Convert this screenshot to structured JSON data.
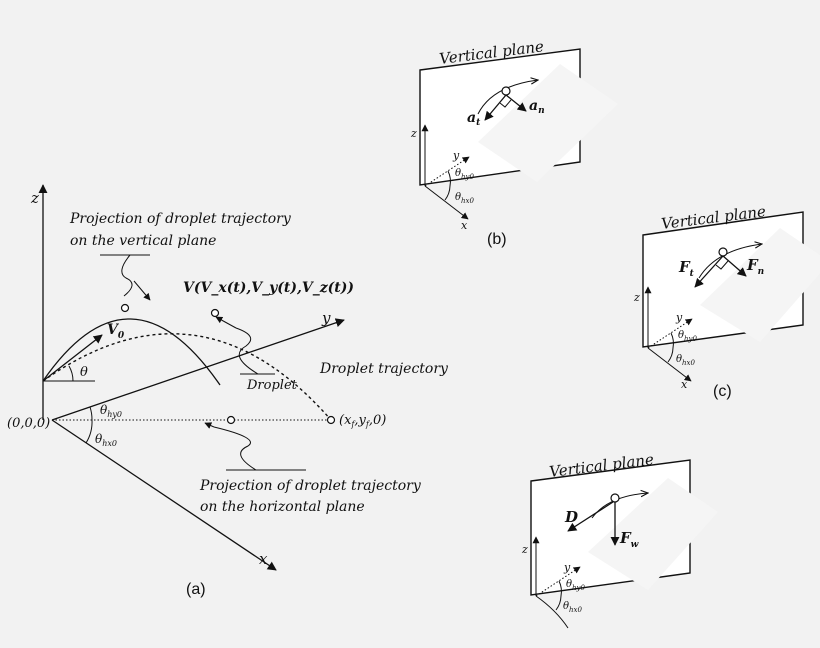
{
  "diagram": {
    "panel_a": {
      "caption": "(a)",
      "axis_x": "x",
      "axis_y": "y",
      "axis_z": "z",
      "origin": "(0,0,0)",
      "end_point": "(x_f, y_f, 0)",
      "theta": "θ",
      "theta_hy0": "θ_hy0",
      "theta_hx0": "θ_hx0",
      "v0": "V_0",
      "velocity": "V(V_x(t),V_y(t),V_z(t))",
      "proj_vertical_1": "Projection of droplet trajectory",
      "proj_vertical_2": "on the vertical plane",
      "droplet": "Droplet",
      "droplet_trajectory": "Droplet trajectory",
      "proj_horizontal_1": "Projection of droplet trajectory",
      "proj_horizontal_2": "on the horizontal plane"
    },
    "panel_b": {
      "caption": "(b)",
      "plane_title": "Vertical plane",
      "vec_t": "a_t",
      "vec_n": "a_n"
    },
    "panel_c": {
      "caption": "(c)",
      "plane_title": "Vertical plane",
      "vec_t": "F_t",
      "vec_n": "F_n"
    },
    "panel_d": {
      "plane_title": "Vertical plane",
      "vec_d": "D",
      "vec_w": "F_w"
    },
    "small_axes": {
      "z": "z",
      "y": "y",
      "x": "x",
      "theta_hy0": "θ_hy0",
      "theta_hx0": "θ_hx0"
    }
  }
}
